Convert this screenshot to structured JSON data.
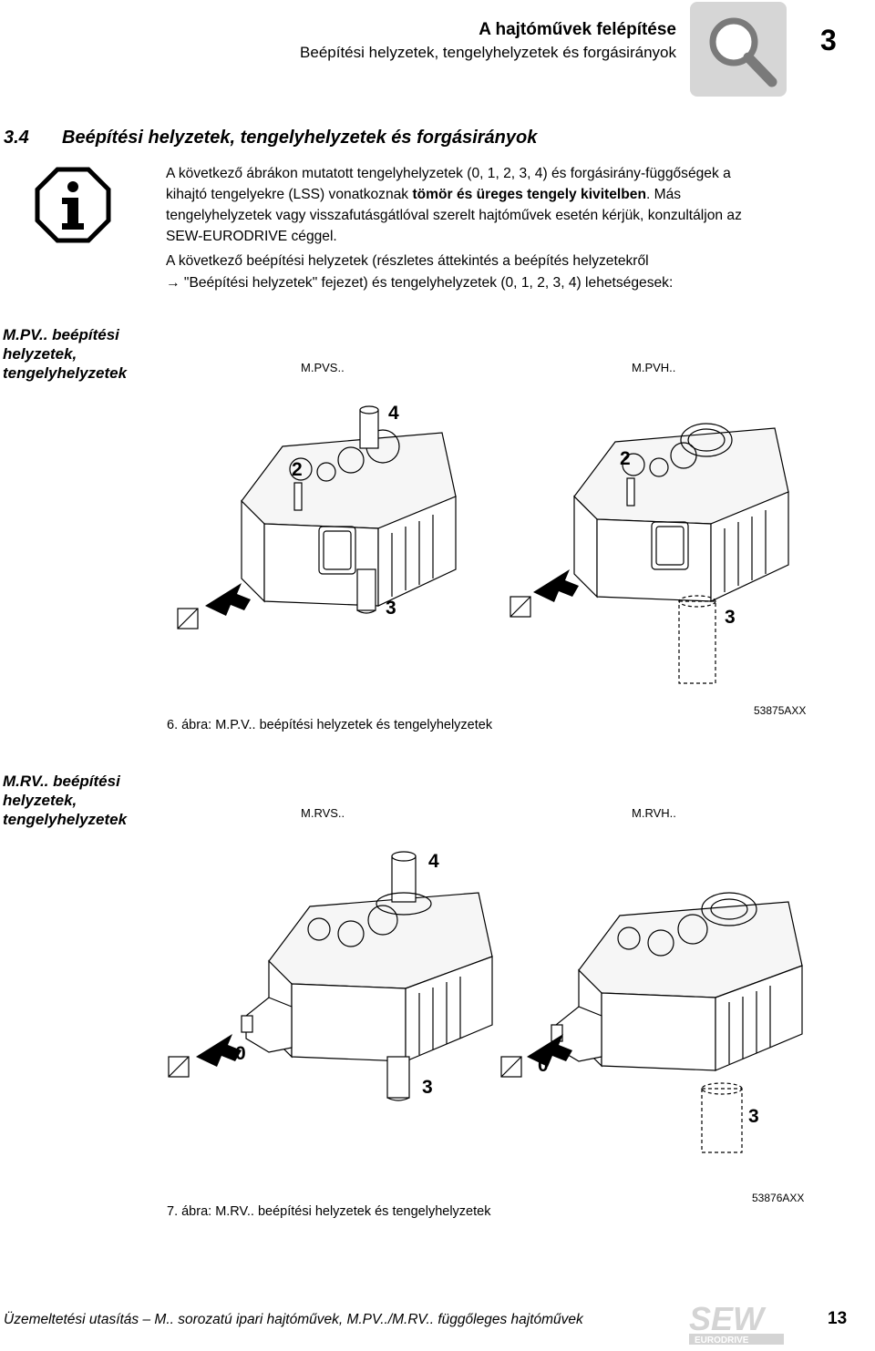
{
  "header": {
    "title": "A hajtóművek felépítése",
    "subtitle": "Beépítési helyzetek, tengelyhelyzetek és forgásirányok",
    "chapter": "3",
    "icon": "magnifier-icon"
  },
  "section": {
    "number": "3.4",
    "title": "Beépítési helyzetek, tengelyhelyzetek és forgásirányok"
  },
  "info": {
    "icon": "info-icon",
    "p1_a": "A következő ábrákon mutatott tengelyhelyzetek (0, 1, 2, 3, 4) és forgásirány-függőségek a kihajtó tengelyekre (LSS) vonatkoznak ",
    "p1_b": "tömör és üreges tengely kivitelben",
    "p1_c": ". Más tengelyhelyzetek vagy visszafutásgátlóval szerelt hajtóművek esetén kérjük, konzultáljon az SEW-EURODRIVE céggel.",
    "p2_a": "A következő beépítési helyzetek (részletes áttekintés a beépítés helyzetekről",
    "p2_arrow": "→",
    "p2_b": " \"Beépítési helyzetek\" fejezet) és tengelyhelyzetek (0, 1, 2, 3, 4) lehetségesek:"
  },
  "figure6": {
    "side_label": "M.PV.. beépítési helyzetek, tengelyhelyzetek",
    "left_view": "M.PVS..",
    "right_view": "M.PVH..",
    "shaft_labels": [
      "4",
      "2",
      "2",
      "3",
      "3"
    ],
    "caption": "6. ábra: M.P.V.. beépítési helyzetek és tengelyhelyzetek",
    "ref": "53875AXX"
  },
  "figure7": {
    "side_label": "M.RV.. beépítési helyzetek, tengelyhelyzetek",
    "left_view": "M.RVS..",
    "right_view": "M.RVH..",
    "shaft_labels": [
      "4",
      "0",
      "3",
      "0",
      "3"
    ],
    "caption": "7. ábra: M.RV.. beépítési helyzetek és tengelyhelyzetek",
    "ref": "53876AXX"
  },
  "footer": {
    "text": "Üzemeltetési utasítás – M.. sorozatú ipari hajtóművek, M.PV../M.RV.. függőleges hajtóművek",
    "page": "13",
    "logo": "SEW-EURODRIVE"
  }
}
